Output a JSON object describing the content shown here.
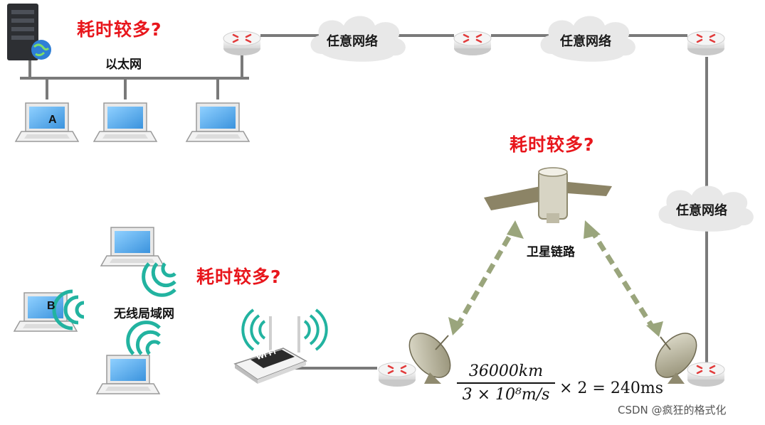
{
  "labels": {
    "question": "耗时较多?",
    "ethernet": "以太网",
    "any_network": "任意网络",
    "satellite_link": "卫星链路",
    "wlan": "无线局域网",
    "host_a": "A",
    "host_b": "B",
    "wifi_logo": "Wi Fi",
    "watermark": "CSDN @疯狂的格式化"
  },
  "formula": {
    "numerator": "36000km",
    "denominator": "3 × 10⁸m/s",
    "tail": "× 2 = 240ms"
  },
  "colors": {
    "link_line": "#7a7a7a",
    "arrow": "#9aa57c",
    "router_mark": "#e23b3b",
    "question": "#e8161c",
    "laptop_screen": "#5aaae8",
    "wifi_wave": "#22b3a0",
    "cloud": "#e8e8e8"
  }
}
